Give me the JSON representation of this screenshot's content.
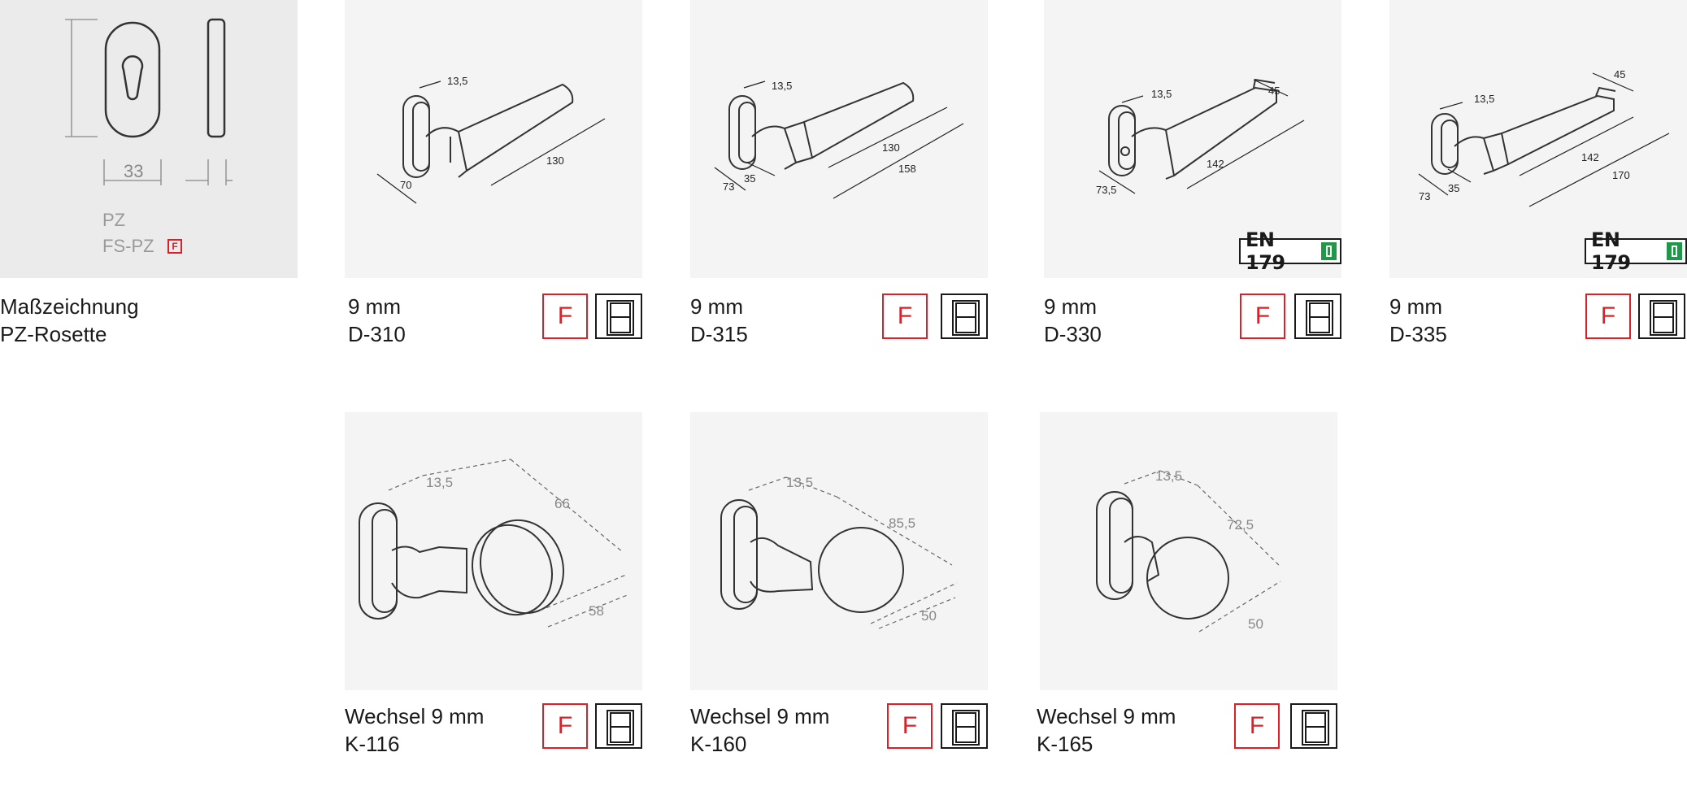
{
  "rosette": {
    "dimension_width": "33",
    "labels": [
      "PZ",
      "FS-PZ"
    ],
    "badge": "F",
    "caption_lines": [
      "Maßzeichnung",
      "PZ-Rosette"
    ]
  },
  "handles": [
    {
      "id": "D-310",
      "size": "9 mm",
      "dims": [
        "13,5",
        "70",
        "130"
      ],
      "en179": false
    },
    {
      "id": "D-315",
      "size": "9 mm",
      "dims": [
        "13,5",
        "73",
        "35",
        "130",
        "158"
      ],
      "en179": false
    },
    {
      "id": "D-330",
      "size": "9 mm",
      "dims": [
        "13,5",
        "73,5",
        "45",
        "142"
      ],
      "en179": true
    },
    {
      "id": "D-335",
      "size": "9 mm",
      "dims": [
        "13,5",
        "73",
        "35",
        "45",
        "142",
        "170"
      ],
      "en179": true
    }
  ],
  "knobs": [
    {
      "id": "K-116",
      "size": "Wechsel 9 mm",
      "dims": [
        "13,5",
        "66",
        "58"
      ]
    },
    {
      "id": "K-160",
      "size": "Wechsel 9 mm",
      "dims": [
        "13,5",
        "85,5",
        "50"
      ]
    },
    {
      "id": "K-165",
      "size": "Wechsel 9 mm",
      "dims": [
        "13,5",
        "72,5",
        "50"
      ]
    }
  ],
  "badges": {
    "fire": "F",
    "en_label": "EN 179"
  }
}
